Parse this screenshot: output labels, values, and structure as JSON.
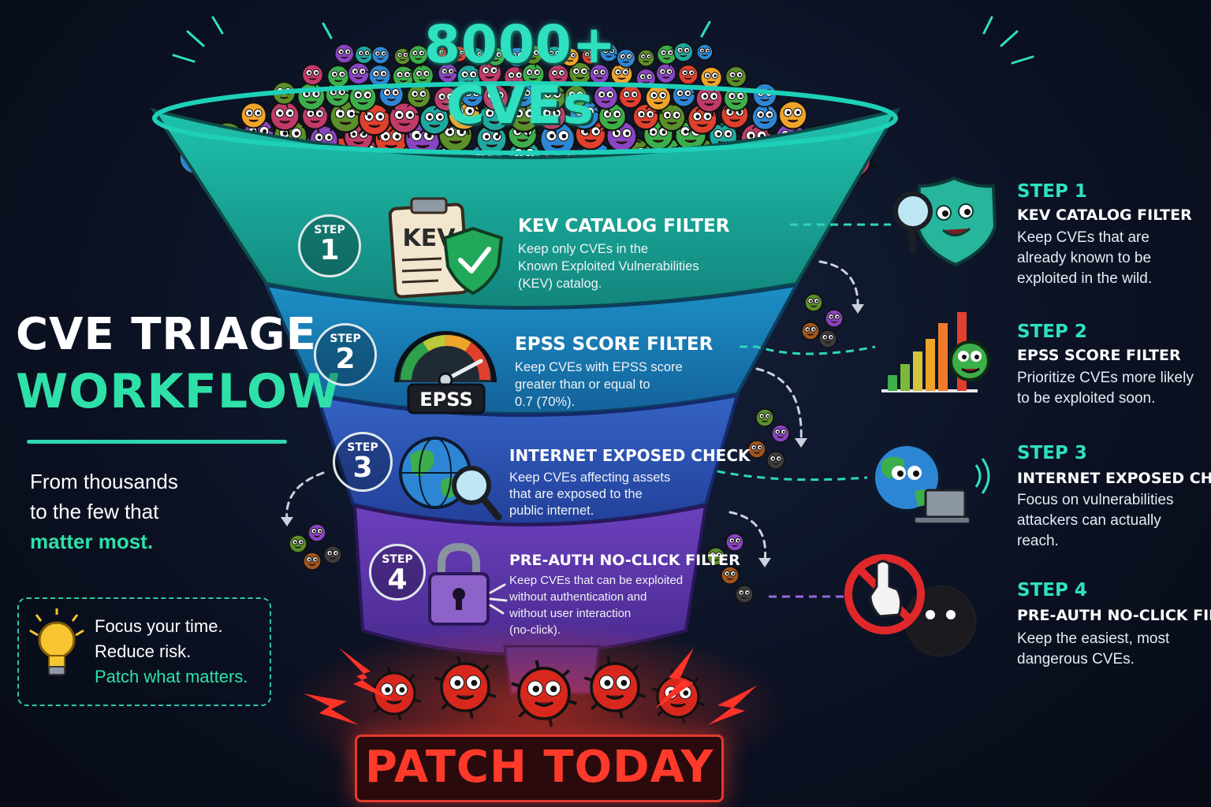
{
  "headline": "8000+ CVEs",
  "title": {
    "line1": "CVE TRIAGE",
    "line2": "WORKFLOW"
  },
  "subtitle": {
    "line1": "From thousands",
    "line2": "to the few that",
    "line3": "matter most."
  },
  "tips": {
    "line1": "Focus your time.",
    "line2": "Reduce risk.",
    "line3": "Patch what matters."
  },
  "funnel_steps": [
    {
      "badge_label": "STEP",
      "number": "1",
      "title": "KEV CATALOG FILTER",
      "desc": [
        "Keep only CVEs in the",
        "Known Exploited Vulnerabilities",
        "(KEV) catalog."
      ],
      "icon_text": "KEV"
    },
    {
      "badge_label": "STEP",
      "number": "2",
      "title": "EPSS SCORE FILTER",
      "desc": [
        "Keep CVEs with EPSS score",
        "greater than or equal to",
        "0.7 (70%)."
      ],
      "icon_text": "EPSS"
    },
    {
      "badge_label": "STEP",
      "number": "3",
      "title": "INTERNET EXPOSED CHECK",
      "desc": [
        "Keep CVEs affecting assets",
        "that are exposed to the",
        "public internet."
      ]
    },
    {
      "badge_label": "STEP",
      "number": "4",
      "title": "PRE-AUTH NO-CLICK FILTER",
      "desc": [
        "Keep CVEs that can be exploited",
        "without authentication and",
        "without user interaction",
        "(no-click)."
      ]
    }
  ],
  "side_steps": [
    {
      "step": "STEP 1",
      "title": "KEV CATALOG FILTER",
      "desc": [
        "Keep CVEs that are",
        "already known to be",
        "exploited in the wild."
      ]
    },
    {
      "step": "STEP 2",
      "title": "EPSS SCORE FILTER",
      "desc": [
        "Prioritize CVEs more likely",
        "to be exploited soon."
      ]
    },
    {
      "step": "STEP 3",
      "title": "INTERNET EXPOSED CHECK",
      "desc": [
        "Focus on vulnerabilities",
        "attackers can actually",
        "reach."
      ]
    },
    {
      "step": "STEP 4",
      "title": "PRE-AUTH NO-CLICK FILTER",
      "desc": [
        "Keep the easiest, most",
        "dangerous CVEs."
      ]
    }
  ],
  "cta": "PATCH TODAY",
  "colors": {
    "teal": "#2fe0c0",
    "band1": "#1aa99b",
    "band2": "#1d7fb0",
    "band3": "#2d4fb0",
    "band4": "#5b36a8",
    "danger": "#e23a2e"
  }
}
